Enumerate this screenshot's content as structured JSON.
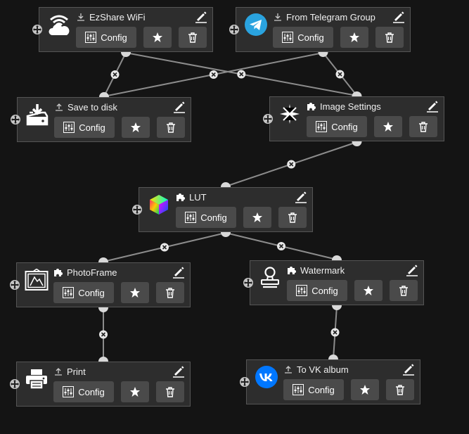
{
  "nodes": [
    {
      "id": "ezshare",
      "title": "EzShare WiFi",
      "kind": "input",
      "icon": "wifi-cloud-icon",
      "config_label": "Config"
    },
    {
      "id": "telegram",
      "title": "From Telegram Group",
      "kind": "input",
      "icon": "telegram-icon",
      "config_label": "Config"
    },
    {
      "id": "savedisk",
      "title": "Save to disk",
      "kind": "output",
      "icon": "save-disk-icon",
      "config_label": "Config"
    },
    {
      "id": "imgset",
      "title": "Image Settings",
      "kind": "plugin",
      "icon": "sparkle-icon",
      "config_label": "Config"
    },
    {
      "id": "lut",
      "title": "LUT",
      "kind": "plugin",
      "icon": "color-cube-icon",
      "config_label": "Config"
    },
    {
      "id": "photoframe",
      "title": "PhotoFrame",
      "kind": "plugin",
      "icon": "picture-frame-icon",
      "config_label": "Config"
    },
    {
      "id": "watermark",
      "title": "Watermark",
      "kind": "plugin",
      "icon": "stamp-icon",
      "config_label": "Config"
    },
    {
      "id": "print",
      "title": "Print",
      "kind": "output",
      "icon": "printer-icon",
      "config_label": "Config"
    },
    {
      "id": "vk",
      "title": "To VK album",
      "kind": "output",
      "icon": "vk-icon",
      "config_label": "Config"
    }
  ],
  "edges": [
    [
      "ezshare",
      "savedisk"
    ],
    [
      "ezshare",
      "imgset"
    ],
    [
      "telegram",
      "savedisk"
    ],
    [
      "telegram",
      "imgset"
    ],
    [
      "imgset",
      "lut"
    ],
    [
      "lut",
      "photoframe"
    ],
    [
      "lut",
      "watermark"
    ],
    [
      "photoframe",
      "print"
    ],
    [
      "watermark",
      "vk"
    ]
  ],
  "colors": {
    "canvas": "#141414",
    "node": "#2d2d2d",
    "button": "#4a4a4a",
    "wire": "#8c8c8c",
    "port": "#d9d9d9",
    "telegram": "#2aa3df",
    "vk": "#0077ff"
  }
}
